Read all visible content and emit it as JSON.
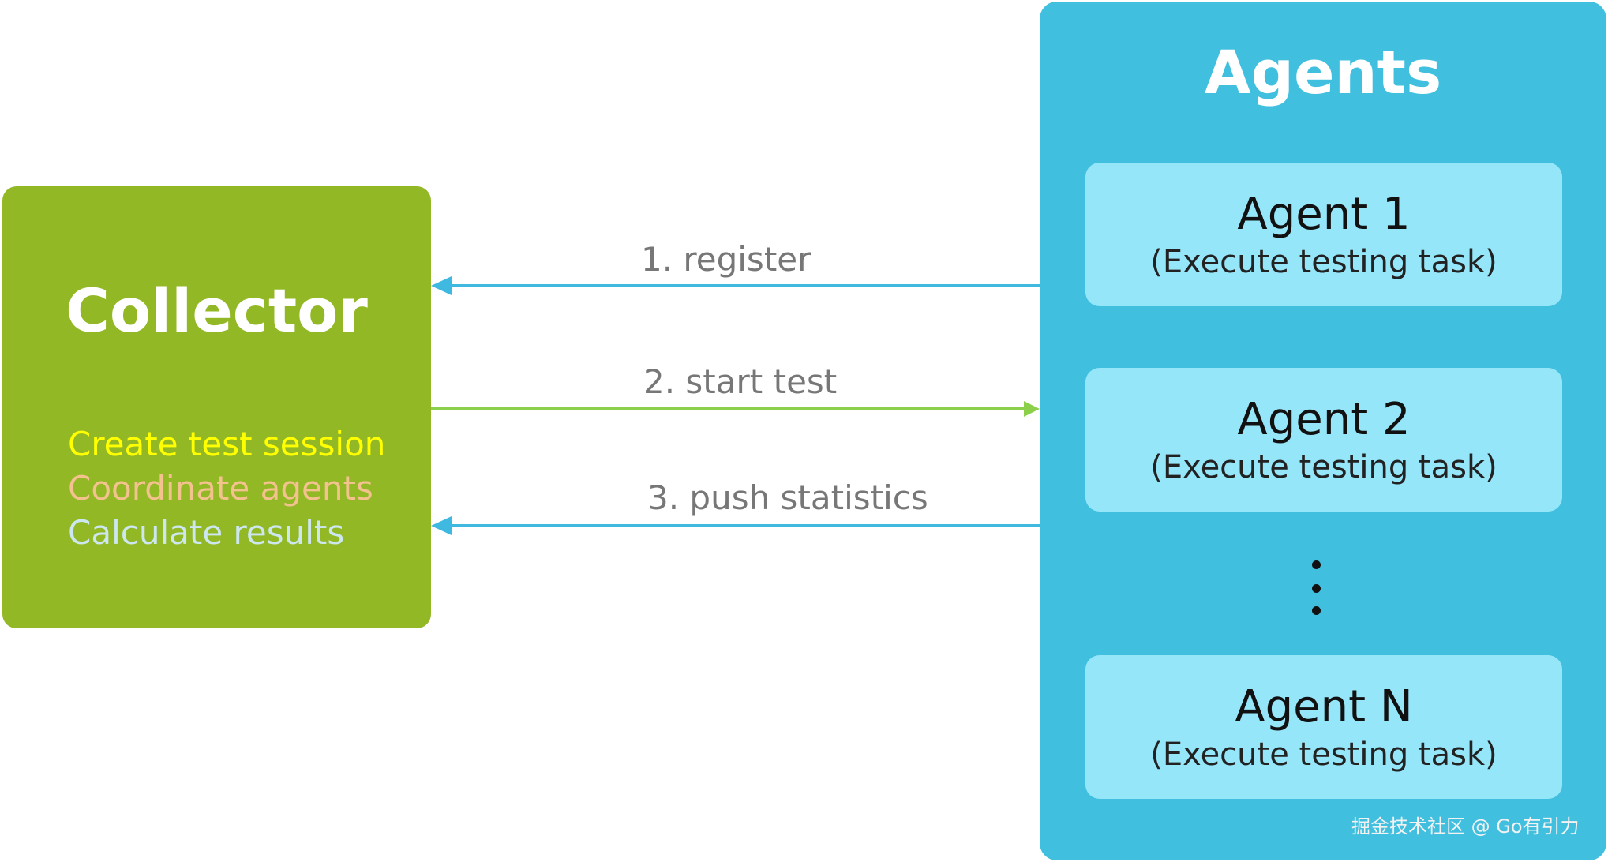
{
  "collector": {
    "title": "Collector",
    "responsibilities": [
      {
        "text": "Create test session",
        "color": "#ffff00"
      },
      {
        "text": "Coordinate agents",
        "color": "#f3c28e"
      },
      {
        "text": "Calculate results",
        "color": "#cde7f0"
      }
    ],
    "color": "#93b826"
  },
  "agents": {
    "title": "Agents",
    "color": "#40bfdf",
    "items": [
      {
        "name": "Agent 1",
        "task": "(Execute testing task)"
      },
      {
        "name": "Agent 2",
        "task": "(Execute testing task)"
      },
      {
        "name": "Agent N",
        "task": "(Execute testing task)"
      }
    ],
    "ellipsis_icon": "vertical-ellipsis-icon"
  },
  "arrows": [
    {
      "label": "1. register",
      "direction": "agents-to-collector",
      "color": "#40b9e0"
    },
    {
      "label": "2. start test",
      "direction": "collector-to-agents",
      "color": "#8ccf4a"
    },
    {
      "label": "3. push statistics",
      "direction": "agents-to-collector",
      "color": "#40b9e0"
    }
  ],
  "watermark": "掘金技术社区 @ Go有引力"
}
